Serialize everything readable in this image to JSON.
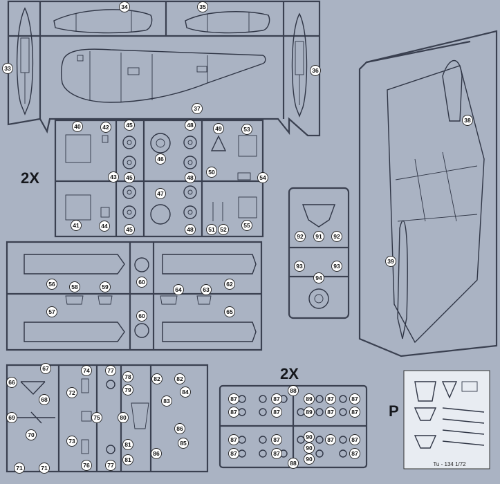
{
  "sheet": {
    "multiplier_1": "2X",
    "multiplier_2": "2X",
    "clear_part_label": "P",
    "scale_caption": "Tu - 134 1/72"
  },
  "parts": {
    "p33": "33",
    "p34": "34",
    "p35": "35",
    "p36": "36",
    "p37": "37",
    "p38": "38",
    "p39": "39",
    "p40": "40",
    "p41": "41",
    "p42": "42",
    "p43": "43",
    "p44": "44",
    "p45": "45",
    "p46": "46",
    "p47": "47",
    "p48": "48",
    "p49": "49",
    "p50": "50",
    "p51": "51",
    "p52": "52",
    "p53": "53",
    "p54": "54",
    "p55": "55",
    "p56": "56",
    "p57": "57",
    "p58": "58",
    "p59": "59",
    "p60": "60",
    "p62": "62",
    "p63": "63",
    "p64": "64",
    "p65": "65",
    "p66": "66",
    "p67": "67",
    "p68": "68",
    "p69": "69",
    "p70": "70",
    "p71": "71",
    "p72": "72",
    "p73": "73",
    "p74": "74",
    "p75": "75",
    "p76": "76",
    "p77": "77",
    "p78": "78",
    "p79": "79",
    "p80": "80",
    "p81": "81",
    "p82": "82",
    "p83": "83",
    "p84": "84",
    "p85": "85",
    "p86": "86",
    "p87": "87",
    "p88": "88",
    "p89": "89",
    "p90": "90",
    "p91": "91",
    "p92": "92",
    "p93": "93",
    "p94": "94"
  }
}
